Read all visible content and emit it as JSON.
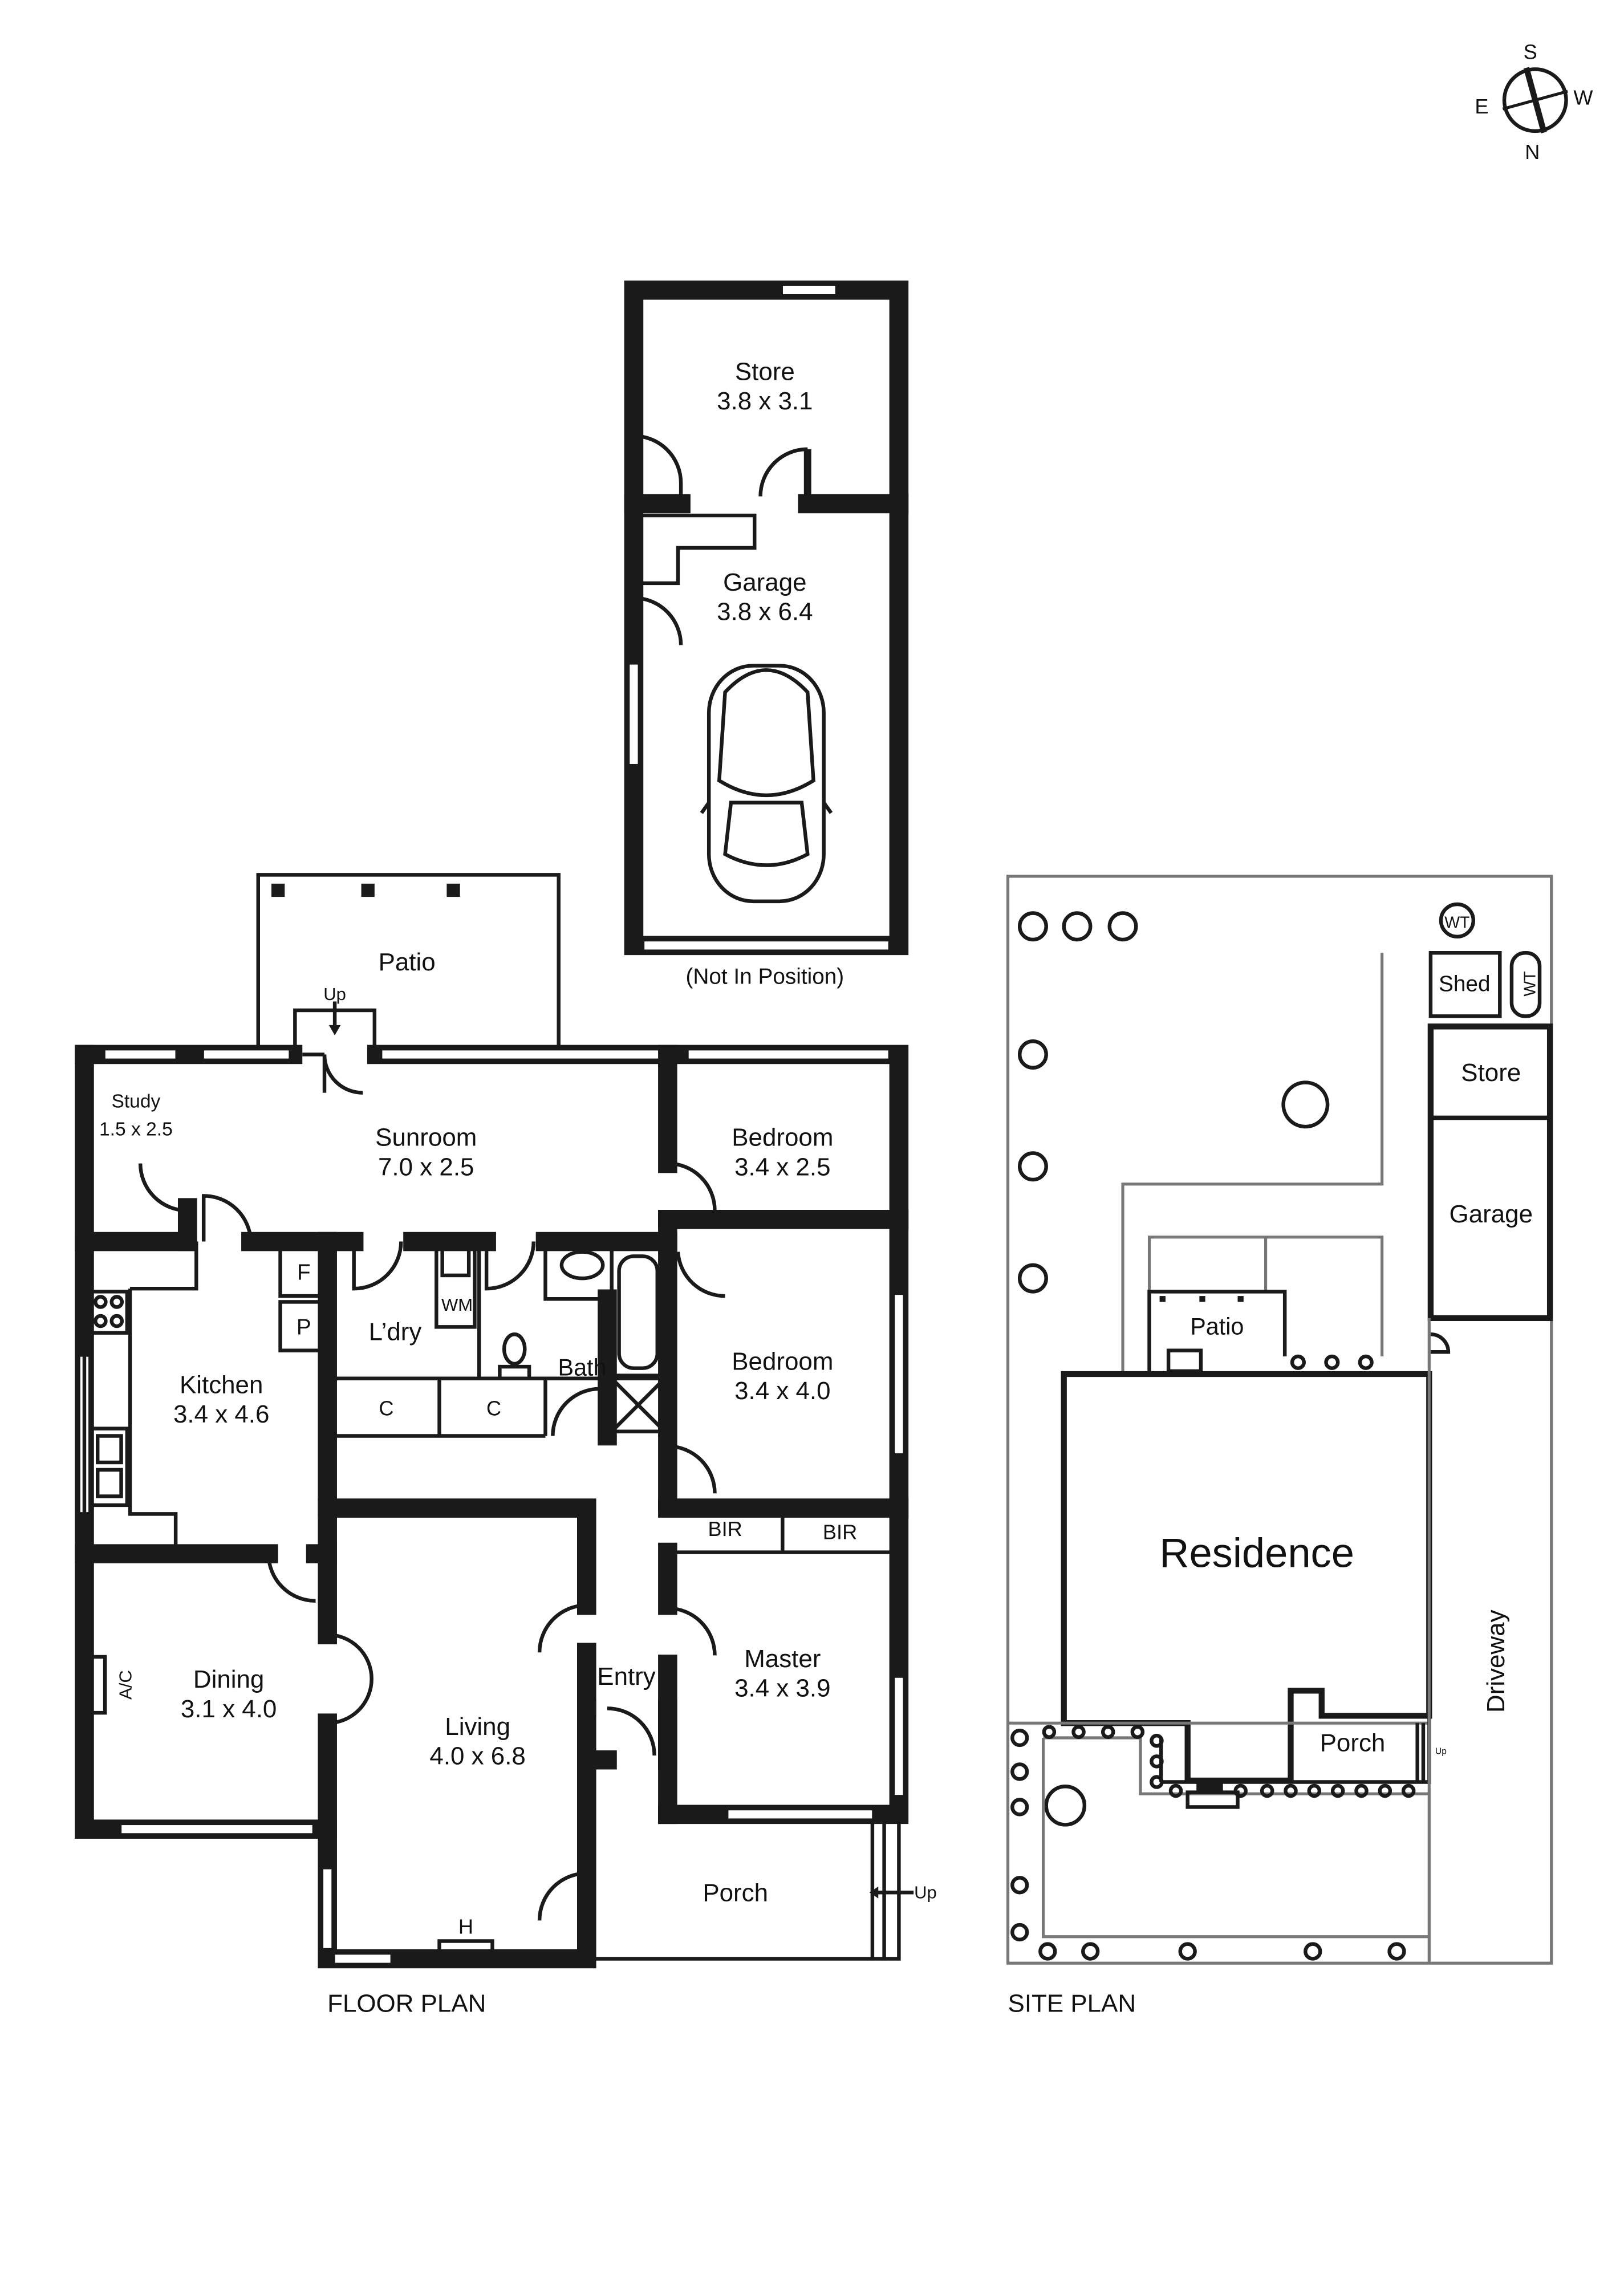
{
  "compass": {
    "s": "S",
    "w": "W",
    "e": "E",
    "n": "N"
  },
  "floor_plan": {
    "title": "FLOOR PLAN",
    "rooms": {
      "store": {
        "name": "Store",
        "size": "3.8 x 3.1"
      },
      "garage": {
        "name": "Garage",
        "size": "3.8 x 6.4"
      },
      "garage_note": "(Not In Position)",
      "patio": {
        "name": "Patio",
        "up": "Up"
      },
      "study": {
        "name": "Study",
        "size": "1.5 x 2.5"
      },
      "sunroom": {
        "name": "Sunroom",
        "size": "7.0 x 2.5"
      },
      "bedroom1": {
        "name": "Bedroom",
        "size": "3.4 x 2.5"
      },
      "kitchen": {
        "name": "Kitchen",
        "size": "3.4 x 4.6"
      },
      "fridge": "F",
      "pantry": "P",
      "laundry": "L’dry",
      "wm": "WM",
      "cupboard1": "C",
      "cupboard2": "C",
      "bath": "Bath",
      "bedroom2": {
        "name": "Bedroom",
        "size": "3.4 x 4.0"
      },
      "bir1": "BIR",
      "bir2": "BIR",
      "dining": {
        "name": "Dining",
        "size": "3.1 x 4.0"
      },
      "ac": "A/C",
      "living": {
        "name": "Living",
        "size": "4.0 x 6.8"
      },
      "heater": "H",
      "entry": "Entry",
      "master": {
        "name": "Master",
        "size": "3.4 x 3.9"
      },
      "porch": {
        "name": "Porch",
        "up": "Up"
      }
    }
  },
  "site_plan": {
    "title": "SITE PLAN",
    "labels": {
      "wt1": "WT",
      "wt2": "WT",
      "shed": "Shed",
      "store": "Store",
      "garage": "Garage",
      "patio": "Patio",
      "residence": "Residence",
      "driveway": "Driveway",
      "porch": "Porch",
      "up": "Up"
    }
  }
}
